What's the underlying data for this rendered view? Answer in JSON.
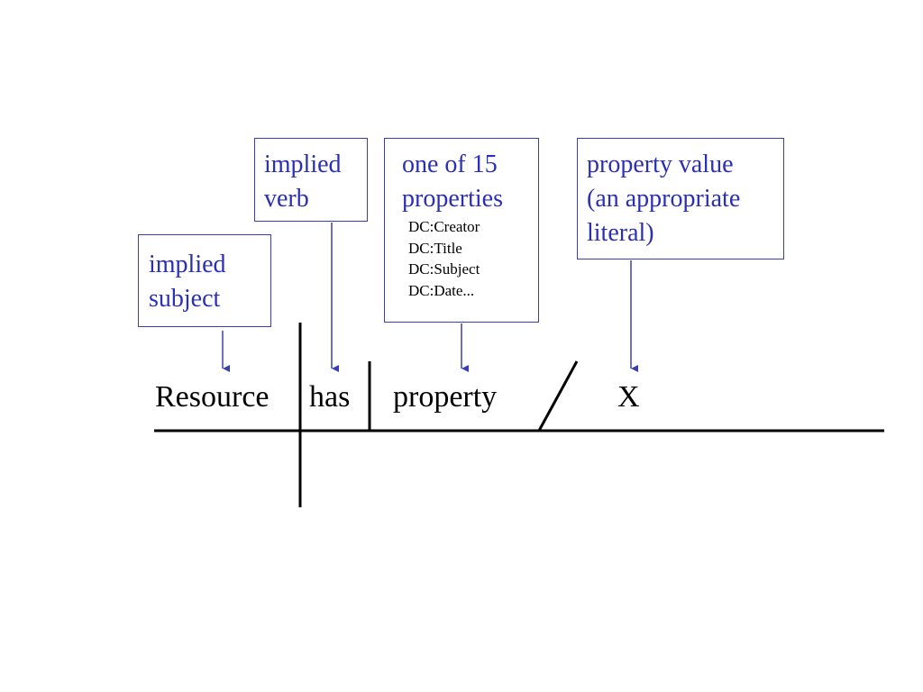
{
  "callouts": {
    "implied_subject": {
      "text": "implied\nsubject"
    },
    "implied_verb": {
      "text": "implied\nverb"
    },
    "properties": {
      "text": "one of 15\nproperties",
      "examples": "DC:Creator\nDC:Title\nDC:Subject\nDC:Date..."
    },
    "property_value": {
      "text": "property value\n(an appropriate\nliteral)"
    }
  },
  "diagram": {
    "subject": "Resource",
    "verb": "has",
    "object": "property",
    "value": "X"
  },
  "colors": {
    "callout_text": "#2b2fb5",
    "callout_border": "#3a3fb0",
    "arrow": "#3a3fb0",
    "diagram_line": "#000000"
  }
}
